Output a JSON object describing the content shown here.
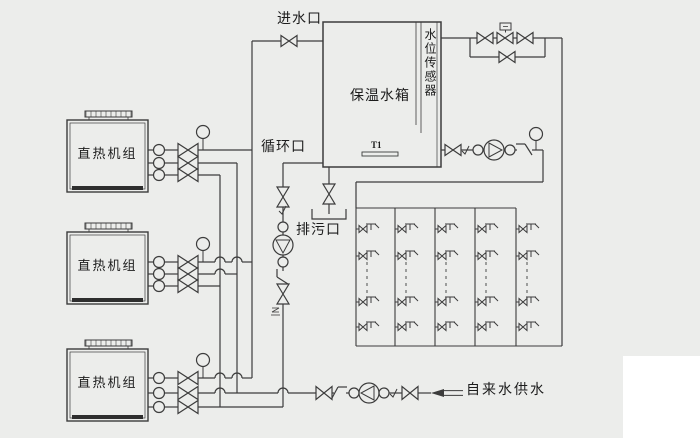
{
  "scene": {
    "type": "piping-schematic",
    "background_color": "#ECEDEB",
    "white_patch_color": "#FFFFFF",
    "line_color": "#3C3C3C",
    "text_color": "#1C1C1C"
  },
  "labels": {
    "inlet_port": "进水口",
    "circulation_port": "循环口",
    "drain_port": "排污口",
    "tank": "保温水箱",
    "water_level_sensor": "水位传感器",
    "temperature_sensor": "T1",
    "tap_water_supply": "自来水供水"
  },
  "units": [
    {
      "label": "直热机组"
    },
    {
      "label": "直热机组"
    },
    {
      "label": "直热机组"
    }
  ],
  "equipment": {
    "heat_pump_units": 3,
    "pumps": 3,
    "pressure_gauges": 4,
    "distribution_risers": 5,
    "taps_per_riser": 4
  }
}
